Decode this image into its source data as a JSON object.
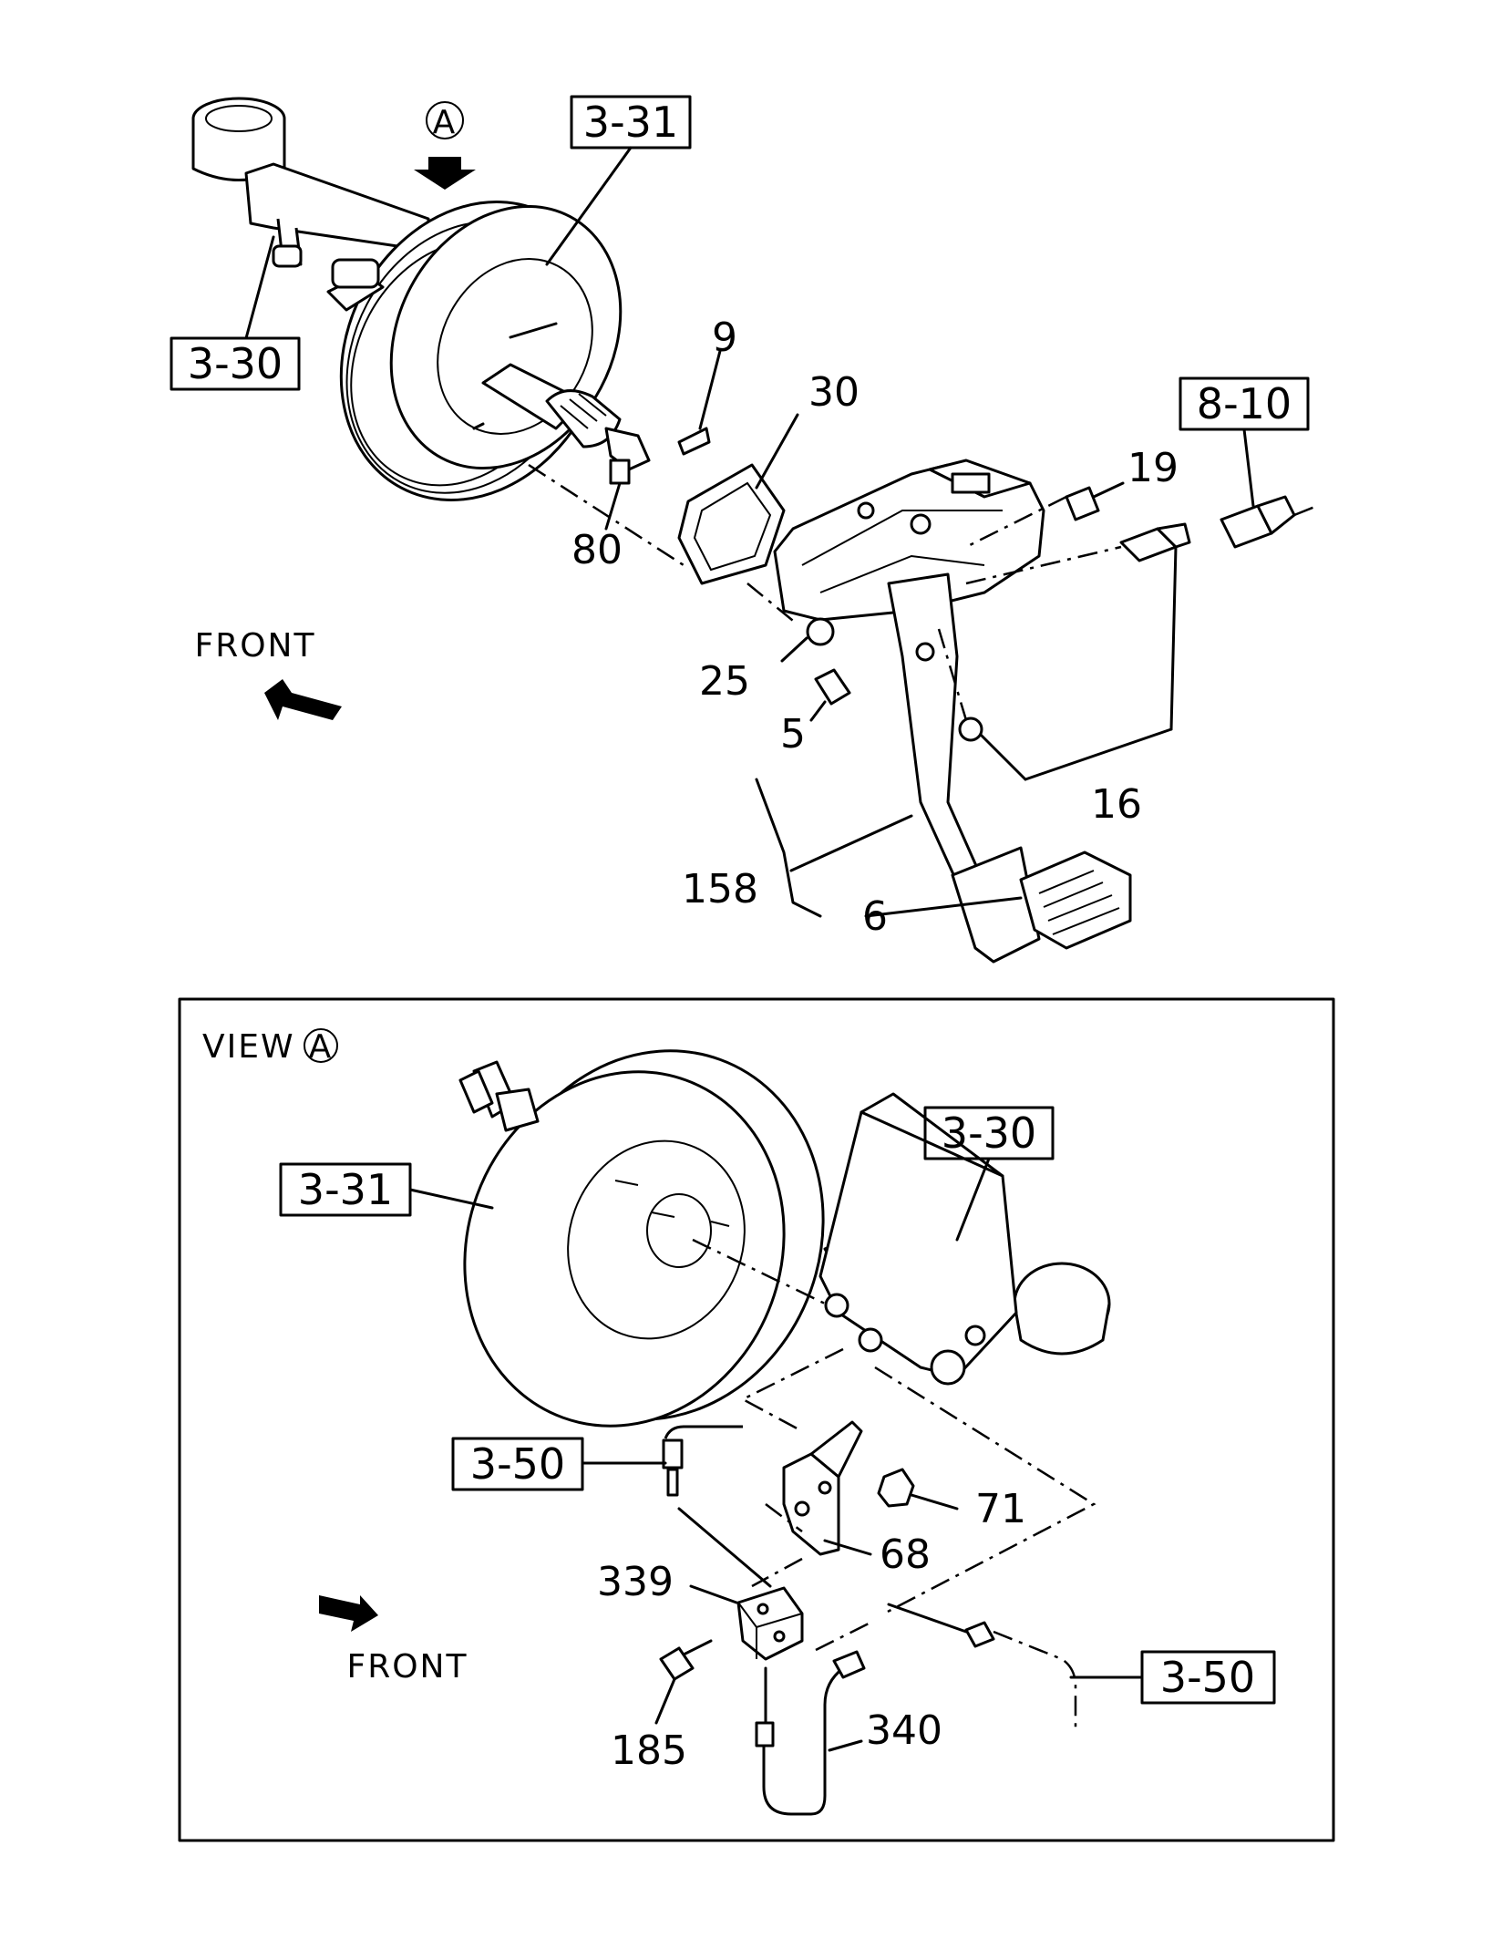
{
  "top_view": {
    "callouts": {
      "booster": "3-31",
      "master_cylinder": "3-30",
      "switch_connector": "8-10"
    },
    "view_marker": "A",
    "front_label": "FRONT",
    "parts": {
      "p9": "9",
      "p30": "30",
      "p80": "80",
      "p19": "19",
      "p25": "25",
      "p5": "5",
      "p16": "16",
      "p158": "158",
      "p6": "6"
    }
  },
  "detail_view": {
    "title": "VIEW",
    "title_marker": "A",
    "callouts": {
      "booster": "3-31",
      "master_cylinder": "3-30",
      "pipe_left": "3-50",
      "pipe_right": "3-50"
    },
    "front_label": "FRONT",
    "parts": {
      "p71": "71",
      "p68": "68",
      "p339": "339",
      "p185": "185",
      "p340": "340"
    }
  }
}
